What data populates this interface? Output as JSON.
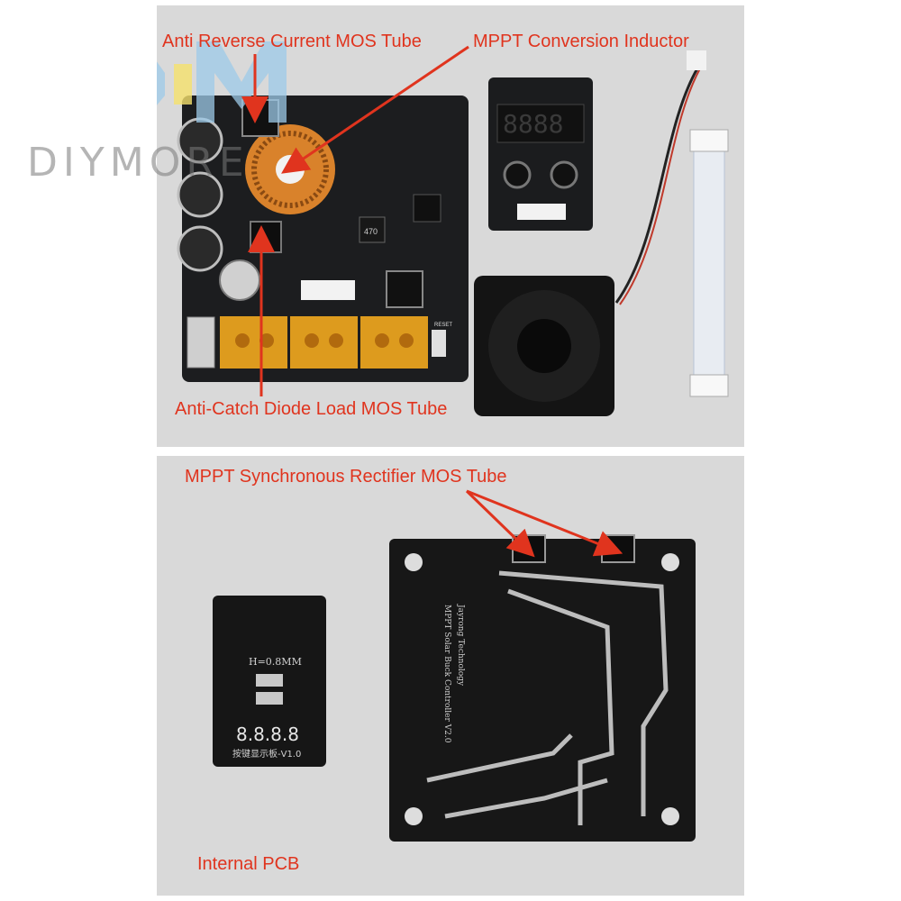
{
  "brand": {
    "logo_text": "DIYMORE",
    "colors": {
      "logo_blue": "#9cc9e8",
      "logo_gray": "#8a8a8a"
    }
  },
  "annotations": {
    "anti_reverse": "Anti Reverse Current MOS Tube",
    "mppt_inductor": "MPPT Conversion Inductor",
    "anti_catch": "Anti-Catch Diode Load MOS Tube",
    "sync_rectifier": "MPPT Synchronous Rectifier MOS Tube",
    "internal_pcb": "Internal PCB",
    "color": "#e0341e"
  },
  "board_text": {
    "display_digits": "8.8.8.8",
    "display_board": "按键显示板-V1.0",
    "pad_height": "H=0.8MM",
    "reset": "RESET",
    "inductor_marking": "470",
    "back_title_1": "Jayrong Technology",
    "back_title_2": "MPPT Solar Buck Controller V2.0"
  }
}
